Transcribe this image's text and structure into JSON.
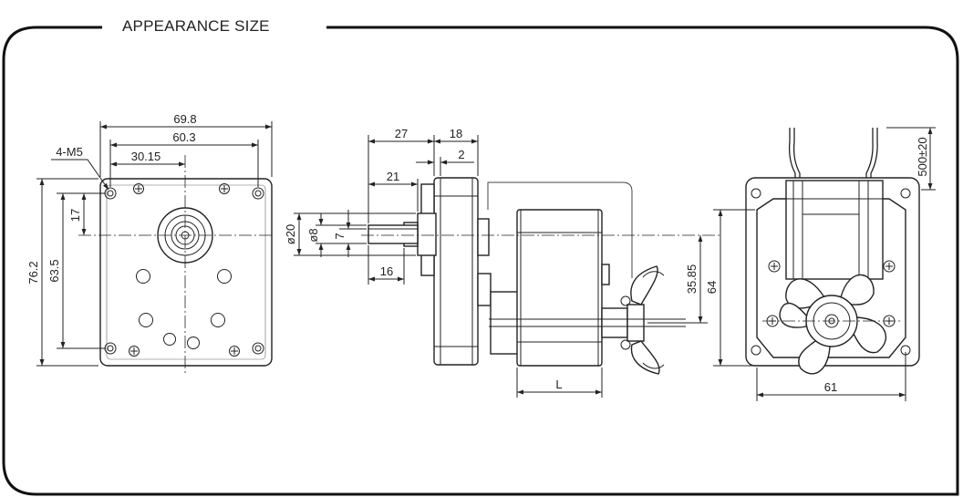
{
  "header": {
    "title": "APPEARANCE SIZE"
  },
  "front_view": {
    "width_outer": "69.8",
    "width_holes": "60.3",
    "shaft_offset_x": "30.15",
    "hole_callout": "4-M5",
    "shaft_offset_y": "17",
    "height_outer": "76.2",
    "height_holes": "63.5"
  },
  "side_view": {
    "dim_27": "27",
    "dim_18": "18",
    "dim_2": "2",
    "dim_21": "21",
    "dim_dia20": "ø20",
    "dim_dia8": "ø8",
    "dim_7": "7",
    "dim_16": "16",
    "dim_35_85": "35.85",
    "dim_L": "L"
  },
  "rear_view": {
    "lead_length": "500±20",
    "height": "64",
    "width": "61"
  }
}
